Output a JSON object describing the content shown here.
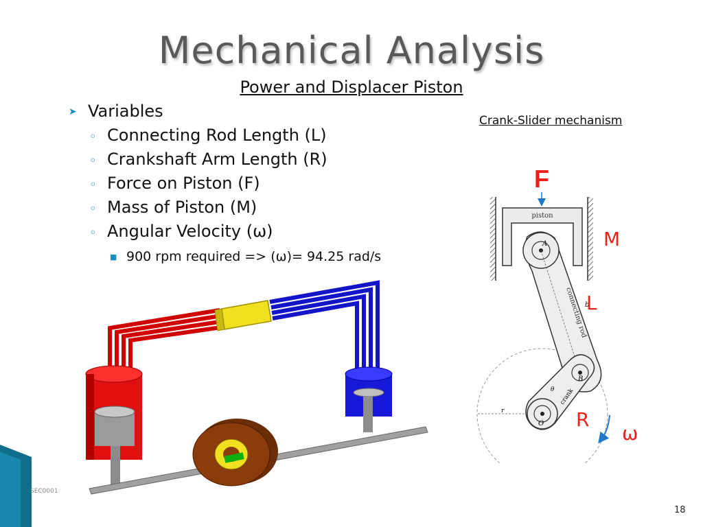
{
  "slide": {
    "title": "Mechanical Analysis",
    "subtitle": "Power and Displacer Piston",
    "number": "18"
  },
  "bullets": {
    "heading": "Variables",
    "items": [
      "Connecting Rod Length (L)",
      "Crankshaft Arm Length (R)",
      "Force on Piston (F)",
      "Mass of Piston (M)",
      "Angular Velocity (ω)"
    ],
    "sub_item": "900 rpm required => (ω)= 94.25 rad/s"
  },
  "crank_figure": {
    "caption": "Crank-Slider mechanism",
    "labels": {
      "force": "F",
      "mass": "M",
      "length": "L",
      "radius": "R",
      "omega": "ω"
    },
    "inner_labels": {
      "piston": "piston",
      "connecting_rod": "connecting rod",
      "crank": "crank",
      "point_a": "A",
      "point_b": "B",
      "point_o": "O",
      "b": "b",
      "r": "r",
      "theta": "θ"
    },
    "accent_red": "#e8211b",
    "arrow_blue": "#1f78c8"
  },
  "engine_figure": {
    "watermark": "SEC0001",
    "colors": {
      "hot_cylinder": "#e01010",
      "cold_cylinder": "#1818d8",
      "regenerator": "#f0e020",
      "piston": "#a8a8a8",
      "flywheel": "#8a3d0a"
    }
  },
  "icons": {
    "level1_bullet": "arrow-bullet-icon",
    "level2_bullet": "ring-bullet-icon",
    "level3_bullet": "square-bullet-icon"
  }
}
